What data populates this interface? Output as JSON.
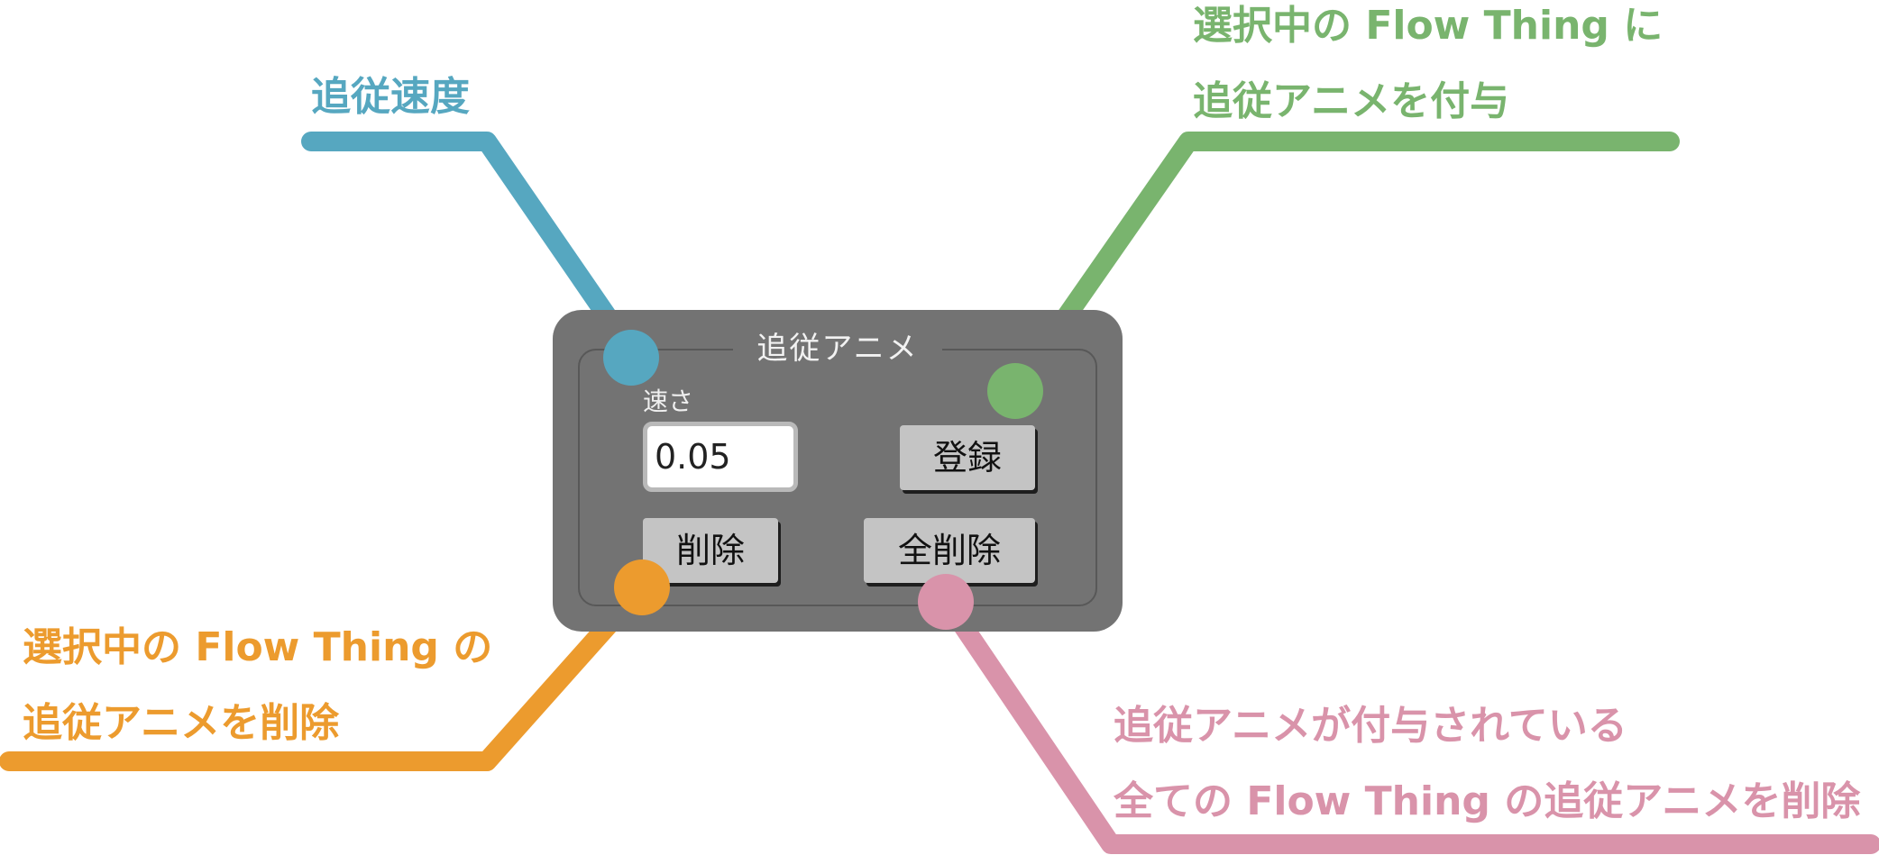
{
  "panel": {
    "title": "追従アニメ",
    "speed_label": "速さ",
    "speed_value": "0.05",
    "register_label": "登録",
    "delete_label": "削除",
    "delete_all_label": "全削除"
  },
  "callouts": {
    "speed": {
      "lines": [
        "追従速度"
      ],
      "color": "#56a7c0"
    },
    "register": {
      "lines": [
        "選択中の Flow Thing に",
        "追従アニメを付与"
      ],
      "color": "#79b46e"
    },
    "delete": {
      "lines": [
        "選択中の Flow Thing の",
        "追従アニメを削除"
      ],
      "color": "#ec9b2e"
    },
    "delete_all": {
      "lines": [
        "追従アニメが付与されている",
        "全ての Flow Thing の追従アニメを削除"
      ],
      "color": "#d993aa"
    }
  },
  "colors": {
    "panel_bg": "#737373",
    "panel_frame": "#585858",
    "button_bg": "#c4c4c4",
    "page_bg": "#ffffff"
  }
}
